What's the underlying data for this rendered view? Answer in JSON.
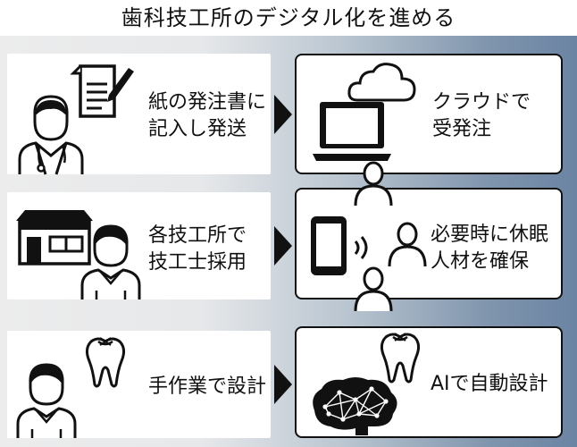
{
  "title": "歯科技工所のデジタル化を進める",
  "rows": [
    {
      "left_text": [
        "紙の発注書に",
        "記入し発送"
      ],
      "right_text": [
        "クラウドで",
        "受発注"
      ]
    },
    {
      "left_text": [
        "各技工所で",
        "技工士採用"
      ],
      "right_text": [
        "必要時に休眠",
        "人材を確保"
      ]
    },
    {
      "left_text": [
        "手作業で設計"
      ],
      "right_text": [
        "AIで自動設計"
      ]
    }
  ],
  "colors": {
    "ink": "#111111",
    "card": "#ffffff",
    "gradient_light": "#ececec",
    "gradient_dark": "#6b84a3"
  },
  "icons": {
    "row1_left": [
      "dentist-icon",
      "paper-form-icon"
    ],
    "row1_right": [
      "cloud-icon",
      "laptop-icon"
    ],
    "row2_left": [
      "dental-lab-building-icon",
      "technician-icon"
    ],
    "row2_right": [
      "smartphone-icon",
      "signal-waves-icon",
      "person-icon"
    ],
    "row3_left": [
      "technician-icon",
      "tooth-icon"
    ],
    "row3_right": [
      "tooth-icon",
      "ai-brain-icon"
    ]
  }
}
